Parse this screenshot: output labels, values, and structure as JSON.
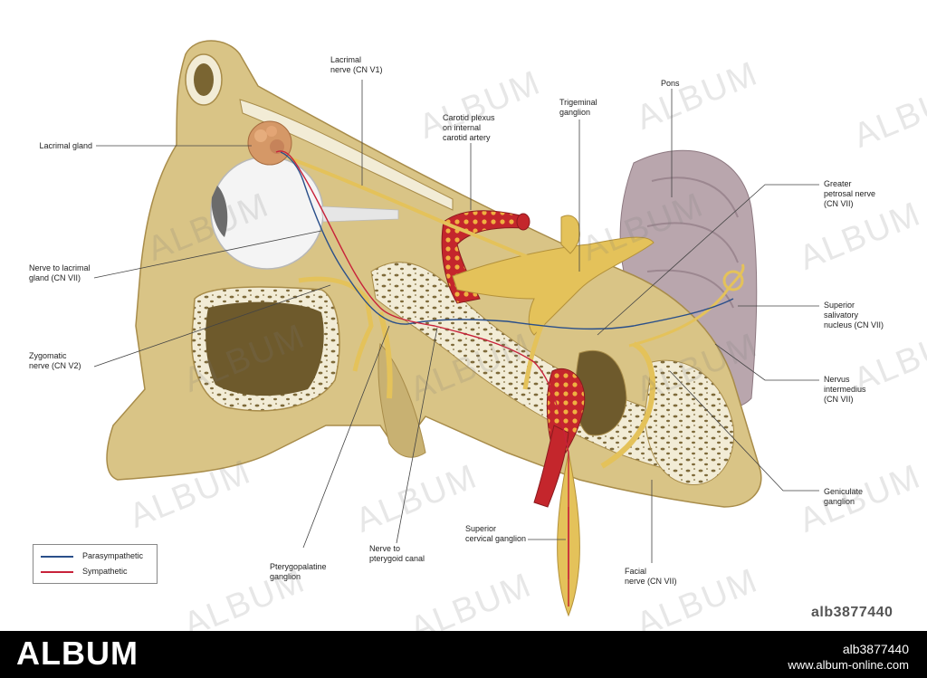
{
  "diagram": {
    "labels": {
      "lacrimal_gland": "Lacrimal gland",
      "lacrimal_nerve": "Lacrimal\nnerve (CN V1)",
      "carotid_plexus": "Carotid plexus\non internal\ncarotid artery",
      "trigeminal_ganglion": "Trigeminal\nganglion",
      "pons": "Pons",
      "greater_petrosal": "Greater\npetrosal nerve\n(CN VII)",
      "nerve_lacrimal_gland": "Nerve to lacrimal\ngland (CN VII)",
      "superior_salivatory": "Superior\nsalivatory\nnucleus (CN VII)",
      "zygomatic_nerve": "Zygomatic\nnerve (CN V2)",
      "nervus_intermedius": "Nervus\nintermedius\n(CN VII)",
      "geniculate_ganglion": "Geniculate\nganglion",
      "superior_cervical": "Superior\ncervical ganglion",
      "pterygopalatine": "Pterygopalatine\nganglion",
      "nerve_pterygoid": "Nerve to\npterygoid canal",
      "facial_nerve": "Facial\nnerve (CN VII)"
    },
    "legend": [
      {
        "label": "Parasympathetic",
        "color": "#2a4f8a"
      },
      {
        "label": "Sympathetic",
        "color": "#c8223a"
      }
    ]
  },
  "watermark": {
    "text": "ALBUM"
  },
  "image_code": "alb3877440",
  "footer": {
    "brand": "ALBUM",
    "id": "alb3877440",
    "url": "www.album-online.com"
  },
  "colors": {
    "bone": "#d9c486",
    "bone_dark": "#a88c4a",
    "spongy": "#f2ecd6",
    "nerve": "#e4c25a",
    "artery": "#c4262c",
    "brain": "#b9a6ad",
    "leader": "#444444"
  }
}
